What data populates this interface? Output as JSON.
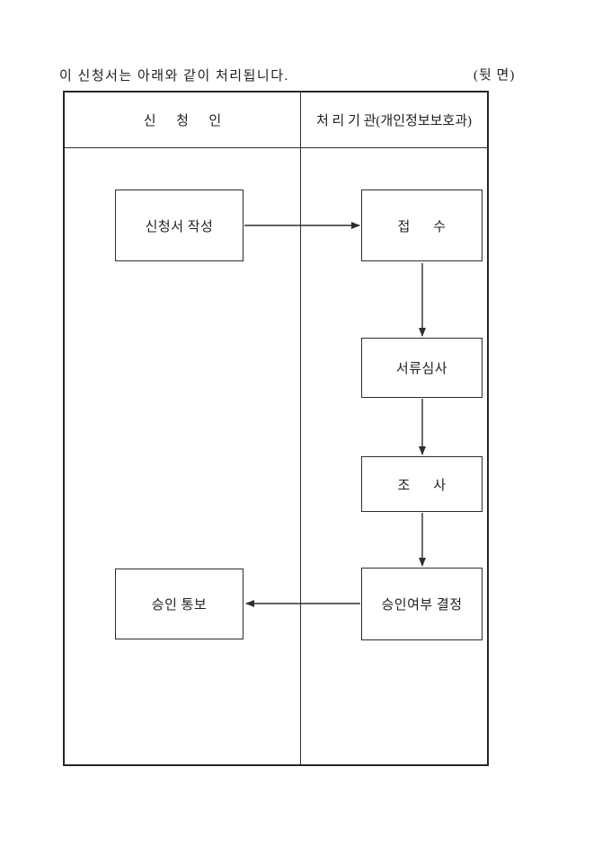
{
  "page": {
    "intro_text": "이 신청서는 아래와 같이 처리됩니다.",
    "side_label": "(뒷 면)"
  },
  "table": {
    "header_left": "신      청      인",
    "header_right": "처 리 기 관(개인정보보호과)"
  },
  "flow": {
    "write": "신청서 작성",
    "receive": "접      수",
    "review": "서류심사",
    "investigate": "조      사",
    "decide": "승인여부 결정",
    "notify": "승인 통보"
  },
  "colors": {
    "line": "#2e2e2e",
    "text": "#1f1f1f",
    "background": "#ffffff"
  }
}
